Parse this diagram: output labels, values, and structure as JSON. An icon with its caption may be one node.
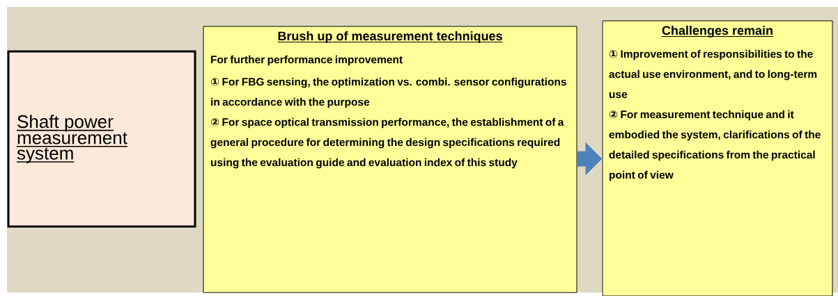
{
  "diagram": {
    "nodes": [
      {
        "text": [
          "Shaft power measurement system"
        ]
      },
      {
        "text": [
          "Brush up of measurement techniques",
          "For further performance improvement",
          "① For FBG sensing, the optimization vs.  combi. sensor configurations in accordance with the purpose",
          "② For space optical transmission performance, the establishment of a general procedure for determining the design specifications required using the evaluation guide and evaluation index of this study"
        ]
      },
      {
        "text": [
          "Challenges remain",
          "① Improvement of responsibilities to the actual use environment, and to long-term use",
          "② For measurement technique and it embodied the system,  clarifications of the detailed specifications from the practical point of view"
        ]
      }
    ],
    "edges": [
      {
        "from": 1,
        "to": 2,
        "arrow": "to"
      }
    ]
  }
}
